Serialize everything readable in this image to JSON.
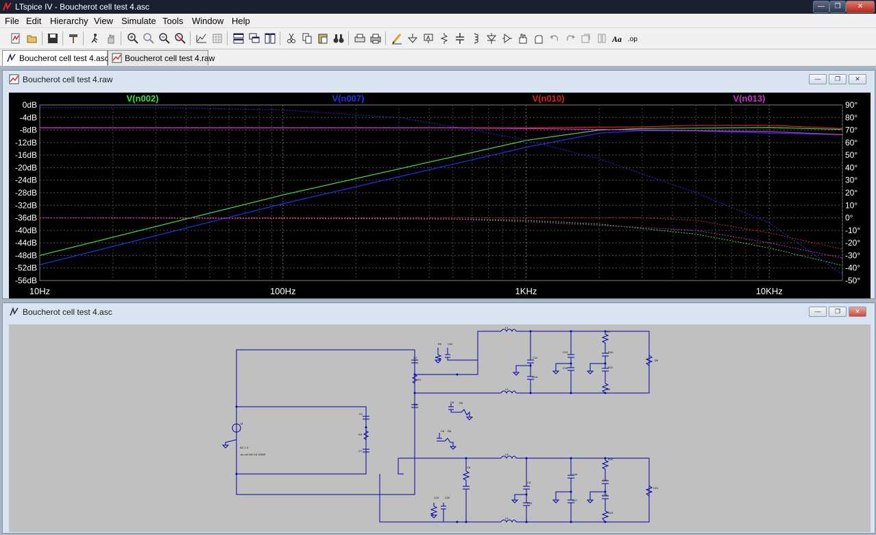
{
  "window": {
    "title": "LTspice IV - Boucherot cell test 4.asc"
  },
  "menu": [
    "File",
    "Edit",
    "Hierarchy",
    "View",
    "Simulate",
    "Tools",
    "Window",
    "Help"
  ],
  "toolbar_icons": [
    "new-schematic",
    "open",
    "save",
    "control-panel",
    "run",
    "halt",
    "zoom-in",
    "pan",
    "zoom-out",
    "zoom-fit",
    "autorange",
    "tile",
    "cascade",
    "horizontal-tile",
    "vertical-tile",
    "cut",
    "copy",
    "paste",
    "find",
    "print-preview",
    "print",
    "wire",
    "ground",
    "label",
    "resistor",
    "capacitor",
    "inductor",
    "diode",
    "component",
    "move",
    "drag",
    "undo",
    "redo",
    "rotate",
    "mirror",
    "text",
    "spice-directive"
  ],
  "tabs": [
    {
      "label": "Boucherot cell test 4.asc",
      "active": true
    },
    {
      "label": "Boucherot cell test 4.raw",
      "active": false
    }
  ],
  "plot_window": {
    "title": "Boucherot cell test 4.raw"
  },
  "schematic_window": {
    "title": "Boucherot cell test 4.asc"
  },
  "chart_data": {
    "type": "line",
    "x_scale": "log",
    "x_range": [
      10,
      20000
    ],
    "x_ticks": [
      "10Hz",
      "100Hz",
      "1KHz",
      "10KHz"
    ],
    "y_left_label_ticks": [
      "0dB",
      "-4dB",
      "-8dB",
      "-12dB",
      "-16dB",
      "-20dB",
      "-24dB",
      "-28dB",
      "-32dB",
      "-36dB",
      "-40dB",
      "-44dB",
      "-48dB",
      "-52dB",
      "-56dB"
    ],
    "y_left_range": [
      -56,
      0
    ],
    "y_right_ticks": [
      "90°",
      "80°",
      "70°",
      "60°",
      "50°",
      "40°",
      "30°",
      "20°",
      "10°",
      "0°",
      "-10°",
      "-20°",
      "-30°",
      "-40°",
      "-50°"
    ],
    "y_right_range": [
      -50,
      90
    ],
    "grid": true,
    "background": "#000000",
    "series": [
      {
        "name": "V(n002)",
        "color": "#44dd44",
        "mag_db": [
          [
            10,
            -48
          ],
          [
            100,
            -28.7
          ],
          [
            1000,
            -11.3
          ],
          [
            2000,
            -8
          ],
          [
            3000,
            -7.5
          ],
          [
            5000,
            -7.4
          ],
          [
            10000,
            -7.2
          ],
          [
            20000,
            -7.8
          ]
        ],
        "phase_deg": [
          [
            10,
            0
          ],
          [
            100,
            0
          ],
          [
            500,
            -1
          ],
          [
            1000,
            -2
          ],
          [
            2000,
            -5
          ],
          [
            5000,
            -13
          ],
          [
            10000,
            -24
          ],
          [
            20000,
            -38
          ]
        ]
      },
      {
        "name": "V(n007)",
        "color": "#2233ee",
        "mag_db": [
          [
            10,
            -51
          ],
          [
            100,
            -31.5
          ],
          [
            1000,
            -13.5
          ],
          [
            2000,
            -9
          ],
          [
            3000,
            -8.2
          ],
          [
            5000,
            -8.3
          ],
          [
            10000,
            -9
          ],
          [
            20000,
            -9.5
          ]
        ],
        "phase_deg": [
          [
            10,
            88
          ],
          [
            30,
            88
          ],
          [
            100,
            86
          ],
          [
            300,
            80
          ],
          [
            600,
            70
          ],
          [
            1000,
            62
          ],
          [
            2000,
            47
          ],
          [
            5000,
            20
          ],
          [
            10000,
            -4
          ],
          [
            20000,
            -45
          ]
        ]
      },
      {
        "name": "V(n010)",
        "color": "#dd2222",
        "mag_db": [
          [
            10,
            -7.3
          ],
          [
            500,
            -7.3
          ],
          [
            1000,
            -7.3
          ],
          [
            3000,
            -7
          ],
          [
            5000,
            -6.5
          ],
          [
            10000,
            -6.5
          ],
          [
            20000,
            -7.5
          ]
        ],
        "phase_deg": [
          [
            10,
            0
          ],
          [
            500,
            0
          ],
          [
            1000,
            0
          ],
          [
            3000,
            0
          ],
          [
            5000,
            -2
          ],
          [
            10000,
            -12
          ],
          [
            20000,
            -25
          ]
        ]
      },
      {
        "name": "V(n013)",
        "color": "#cc33cc",
        "mag_db": [
          [
            10,
            -7.3
          ],
          [
            500,
            -7.3
          ],
          [
            1000,
            -7.5
          ],
          [
            2000,
            -7.8
          ],
          [
            5000,
            -8.2
          ],
          [
            10000,
            -8.5
          ],
          [
            20000,
            -9.5
          ]
        ],
        "phase_deg": [
          [
            10,
            0
          ],
          [
            500,
            -1
          ],
          [
            1000,
            -3
          ],
          [
            2000,
            -6
          ],
          [
            5000,
            -10
          ],
          [
            10000,
            -20
          ],
          [
            20000,
            -32
          ]
        ]
      }
    ]
  },
  "schematic": {
    "source_name": "V1",
    "source_value": "AC 1 0",
    "directive": ".ac oct 100 10 20000",
    "labels": [
      "C1",
      "R1",
      "C2",
      "C3",
      "C5",
      "C6",
      "R3",
      "R4",
      "R5",
      "R6",
      "L1",
      "L2",
      "L3",
      "L4",
      "C12",
      "C13",
      "C14",
      "C15",
      "C16",
      "C17",
      "R7",
      "R8",
      "R9",
      "R10",
      "R11",
      "R12",
      "R13",
      "C7",
      "C8",
      "C9",
      "C10",
      "C11",
      "C18",
      "C19",
      "C20",
      "C21",
      "C22"
    ]
  }
}
